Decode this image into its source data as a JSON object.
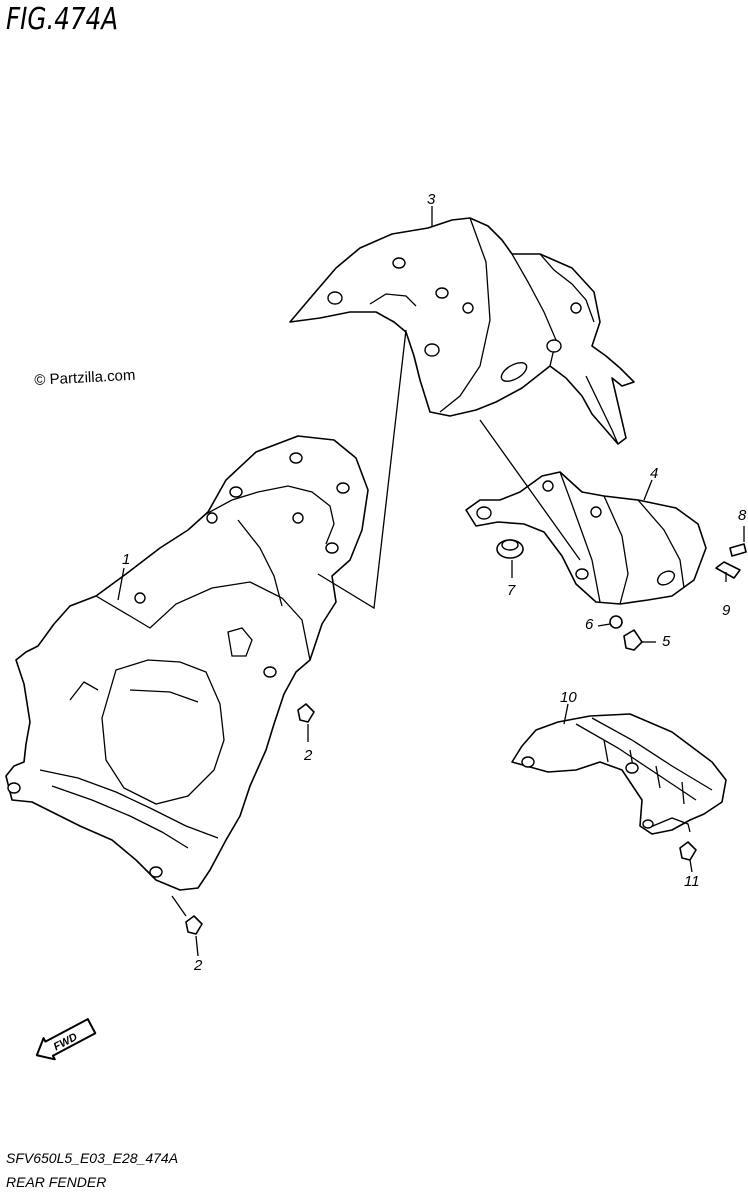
{
  "figure": {
    "title": "FIG.474A",
    "watermark": "© Partzilla.com",
    "code": "SFV650L5_E03_E28_474A",
    "caption": "REAR FENDER"
  },
  "callouts": [
    {
      "id": "1",
      "label": "1"
    },
    {
      "id": "2a",
      "label": "2"
    },
    {
      "id": "2b",
      "label": "2"
    },
    {
      "id": "3",
      "label": "3"
    },
    {
      "id": "4",
      "label": "4"
    },
    {
      "id": "5",
      "label": "5"
    },
    {
      "id": "6",
      "label": "6"
    },
    {
      "id": "7",
      "label": "7"
    },
    {
      "id": "8",
      "label": "8"
    },
    {
      "id": "9",
      "label": "9"
    },
    {
      "id": "10",
      "label": "10"
    },
    {
      "id": "11",
      "label": "11"
    }
  ],
  "fwd_arrow": {
    "label": "FWD"
  }
}
